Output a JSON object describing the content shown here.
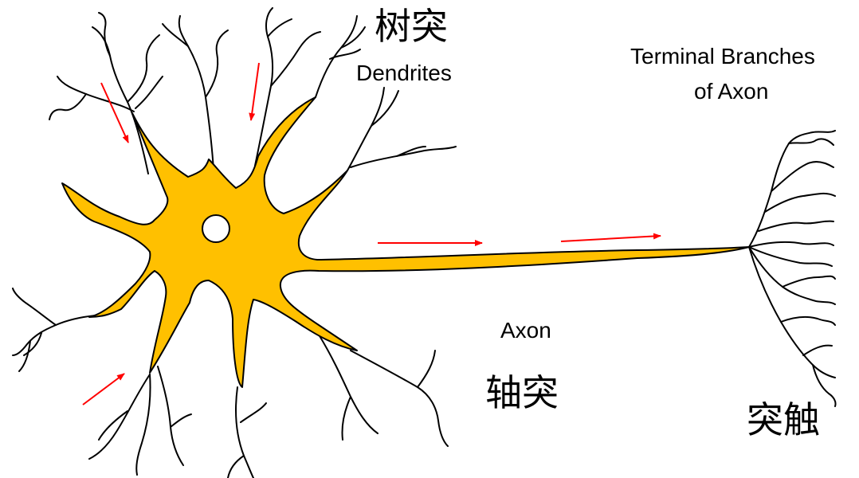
{
  "labels": {
    "dendrites_zh": "树突",
    "dendrites_en": "Dendrites",
    "terminal_line1": "Terminal Branches",
    "terminal_line2": "of Axon",
    "axon_en": "Axon",
    "axon_zh": "轴突",
    "synapse_zh": "突触"
  },
  "colors": {
    "cell_body_fill": "#ffc000",
    "outline": "#000000",
    "nucleus_fill": "#ffffff",
    "signal_arrow": "#ff0000",
    "background": "#ffffff"
  }
}
